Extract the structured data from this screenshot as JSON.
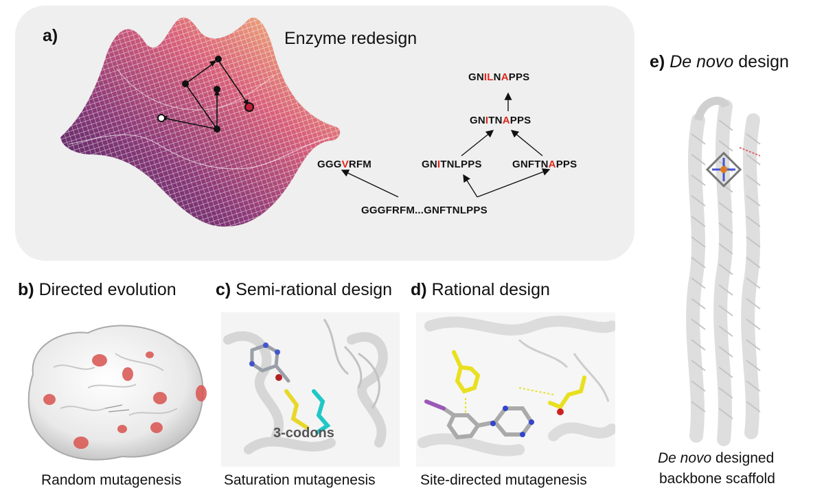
{
  "panel_a": {
    "label": "a)",
    "title": "Enzyme redesign",
    "sequences": {
      "root": "GGGFRFM...GNFTNLPPS",
      "left_branch": {
        "pre": "GGG",
        "mut": "V",
        "post": "RFM"
      },
      "mid_left": {
        "pre": "GN",
        "mut": "I",
        "post": "TNLPPS"
      },
      "mid_right": {
        "pre": "GNFTN",
        "mut": "A",
        "post": "PPS"
      },
      "upper": {
        "pre": "GN",
        "mut1": "I",
        "mid": "TN",
        "mut2": "A",
        "post": "PPS"
      },
      "top": {
        "pre": "GN",
        "mut1": "IL",
        "mid": "N",
        "mut2": "A",
        "post": "PPS"
      }
    },
    "mutation_color": "#e0261b"
  },
  "panel_b": {
    "label": "b)",
    "title": "Directed evolution",
    "caption": "Random mutagenesis"
  },
  "panel_c": {
    "label": "c)",
    "title": "Semi-rational design",
    "caption": "Saturation mutagenesis",
    "annotation": "3-codons"
  },
  "panel_d": {
    "label": "d)",
    "title": "Rational design",
    "caption": "Site-directed mutagenesis"
  },
  "panel_e": {
    "label": "e)",
    "title_italic": "De novo",
    "title_rest": " design",
    "caption_line1_italic": "De novo",
    "caption_line1_rest": " designed",
    "caption_line2": "backbone scaffold"
  }
}
